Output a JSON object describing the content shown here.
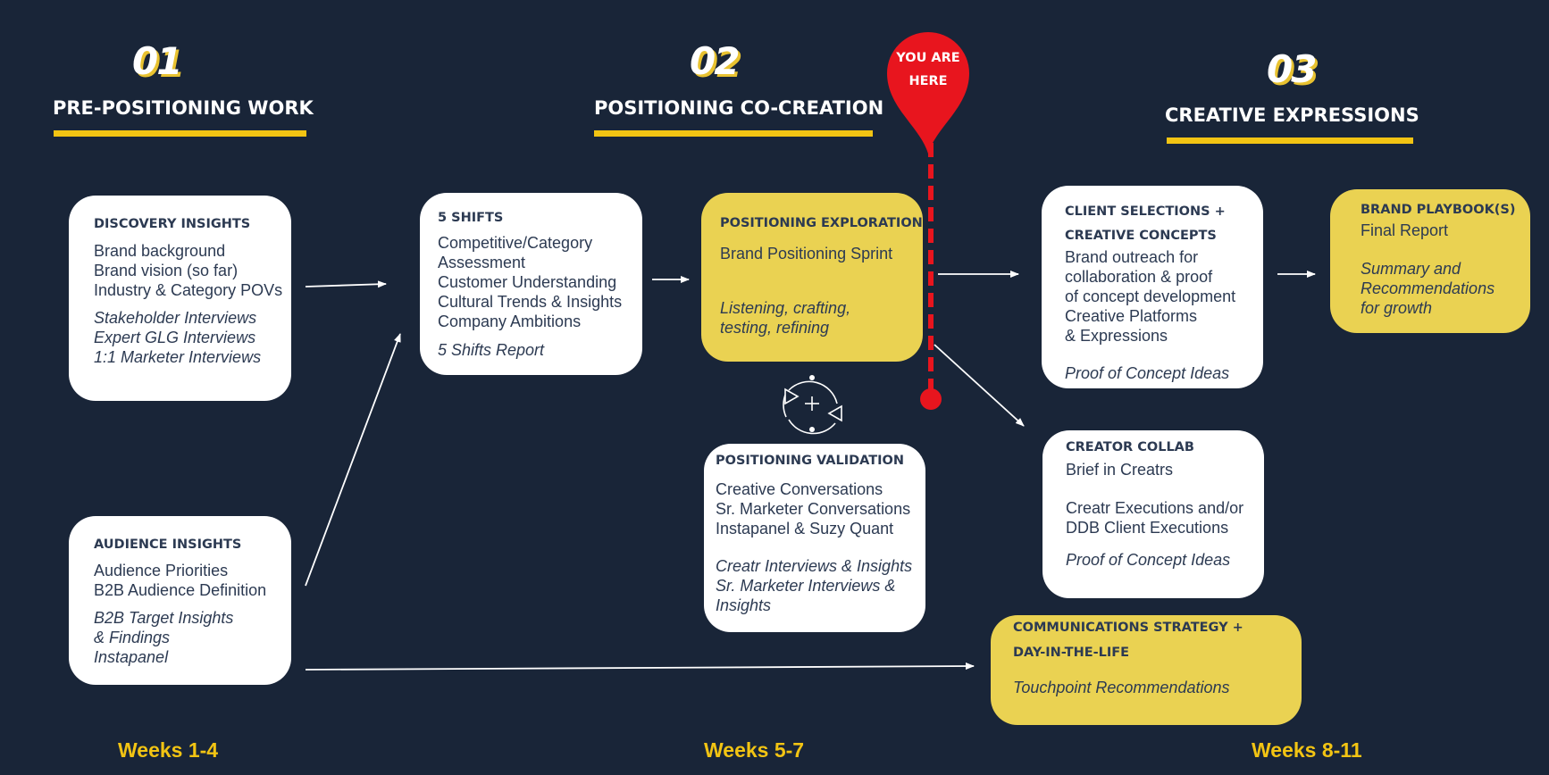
{
  "phases": [
    {
      "number": "01",
      "title": "PRE-POSITIONING WORK",
      "weeks": "Weeks 1-4"
    },
    {
      "number": "02",
      "title": "POSITIONING CO-CREATION",
      "weeks": "Weeks 5-7"
    },
    {
      "number": "03",
      "title": "CREATIVE EXPRESSIONS",
      "weeks": "Weeks 8-11"
    }
  ],
  "marker": {
    "line1": "YOU ARE",
    "line2": "HERE"
  },
  "boxes": {
    "discovery": {
      "title": "DISCOVERY  INSIGHTS",
      "lines": [
        "Brand background",
        "Brand vision (so far)",
        "Industry & Category POVs"
      ],
      "italic": [
        "Stakeholder Interviews",
        "Expert GLG Interviews",
        "1:1 Marketer Interviews"
      ]
    },
    "audience": {
      "title": "AUDIENCE INSIGHTS",
      "lines": [
        "Audience Priorities",
        "B2B Audience Definition"
      ],
      "italic": [
        "B2B Target Insights",
        "& Findings",
        "Instapanel"
      ]
    },
    "shifts": {
      "title": "5 SHIFTS",
      "lines": [
        "Competitive/Category",
        "Assessment",
        "Customer Understanding",
        "Cultural Trends & Insights",
        "Company Ambitions"
      ],
      "italic": [
        "5 Shifts Report"
      ]
    },
    "exploration": {
      "title": "POSITIONING EXPLORATION",
      "lines": [
        "Brand Positioning Sprint"
      ],
      "italic": [
        "Listening, crafting,",
        "testing, refining"
      ]
    },
    "validation": {
      "title": "POSITIONING VALIDATION",
      "lines": [
        "Creative Conversations",
        "Sr. Marketer Conversations",
        "Instapanel & Suzy Quant"
      ],
      "italic": [
        "Creatr Interviews & Insights",
        "Sr. Marketer Interviews &",
        "Insights"
      ]
    },
    "client": {
      "title1": "CLIENT SELECTIONS +",
      "title2": "CREATIVE CONCEPTS",
      "lines": [
        "Brand outreach for",
        "collaboration & proof",
        "of concept development",
        "Creative Platforms",
        "& Expressions"
      ],
      "italic": [
        "Proof of Concept Ideas"
      ]
    },
    "creator": {
      "title": "CREATOR COLLAB",
      "lines": [
        "Brief in Creatrs",
        "",
        "Creatr Executions and/or",
        "DDB Client Executions"
      ],
      "italic": [
        "Proof of Concept Ideas"
      ]
    },
    "playbook": {
      "title": "BRAND PLAYBOOK(S)",
      "lines": [
        "Final Report"
      ],
      "italic": [
        "Summary and",
        "Recommendations",
        "for growth"
      ]
    },
    "comms": {
      "title1": "COMMUNICATIONS STRATEGY +",
      "title2": "DAY-IN-THE-LIFE",
      "italic": [
        "Touchpoint Recommendations"
      ]
    }
  },
  "colors": {
    "background": "#192538",
    "accent": "#f2c413",
    "card_yellow": "#ead252",
    "marker": "#e8151e"
  }
}
